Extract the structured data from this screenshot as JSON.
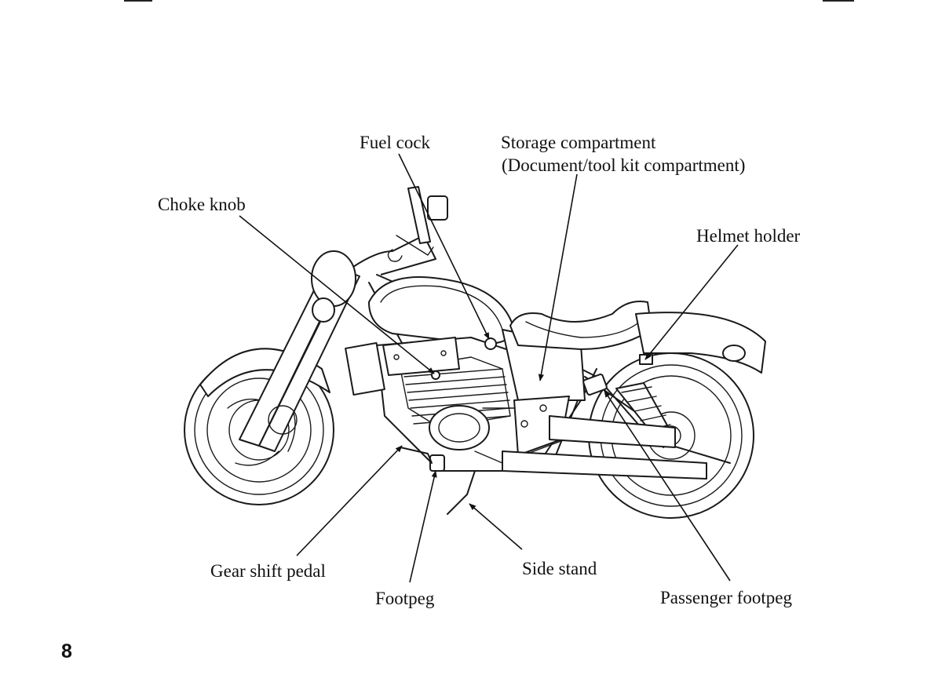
{
  "page_number": "8",
  "callouts": {
    "fuel_cock": "Fuel cock",
    "storage_compartment": "Storage compartment",
    "storage_compartment_note": "(Document/tool kit compartment)",
    "choke_knob": "Choke knob",
    "helmet_holder": "Helmet holder",
    "gear_shift_pedal": "Gear shift pedal",
    "footpeg": "Footpeg",
    "side_stand": "Side stand",
    "passenger_footpeg": "Passenger footpeg"
  }
}
